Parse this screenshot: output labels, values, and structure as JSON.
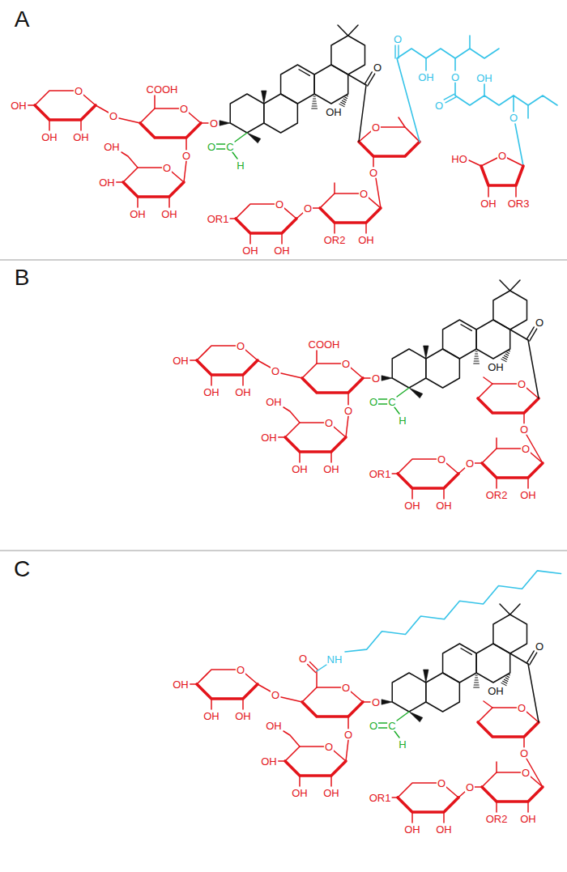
{
  "diagram": {
    "labels": [
      "A",
      "O",
      "OH",
      "OH",
      "OH",
      "O",
      "O",
      "COOH",
      "O",
      "O",
      "O",
      "OH",
      "OH",
      "OH",
      "OH",
      "O",
      "C",
      "H",
      "OH",
      "O",
      "O",
      "O",
      "O",
      "OR2",
      "OH",
      "O",
      "O",
      "OR1",
      "OH",
      "OH",
      "O",
      "OH",
      "O",
      "O",
      "OH",
      "O",
      "O",
      "HO",
      "OH",
      "OR3",
      "B",
      "O",
      "OH",
      "OH",
      "OH",
      "O",
      "O",
      "COOH",
      "O",
      "O",
      "O",
      "OH",
      "OH",
      "OH",
      "OH",
      "O",
      "C",
      "H",
      "OH",
      "O",
      "O",
      "O",
      "O",
      "OR2",
      "OH",
      "O",
      "O",
      "OR1",
      "OH",
      "OH",
      "C",
      "O",
      "OH",
      "OH",
      "OH",
      "O",
      "O",
      "O",
      "NH",
      "O",
      "O",
      "O",
      "OH",
      "OH",
      "OH",
      "OH",
      "O",
      "C",
      "H",
      "OH",
      "O",
      "O",
      "O",
      "O",
      "OR2",
      "OH",
      "O",
      "O",
      "OR1",
      "OH",
      "OH"
    ]
  }
}
